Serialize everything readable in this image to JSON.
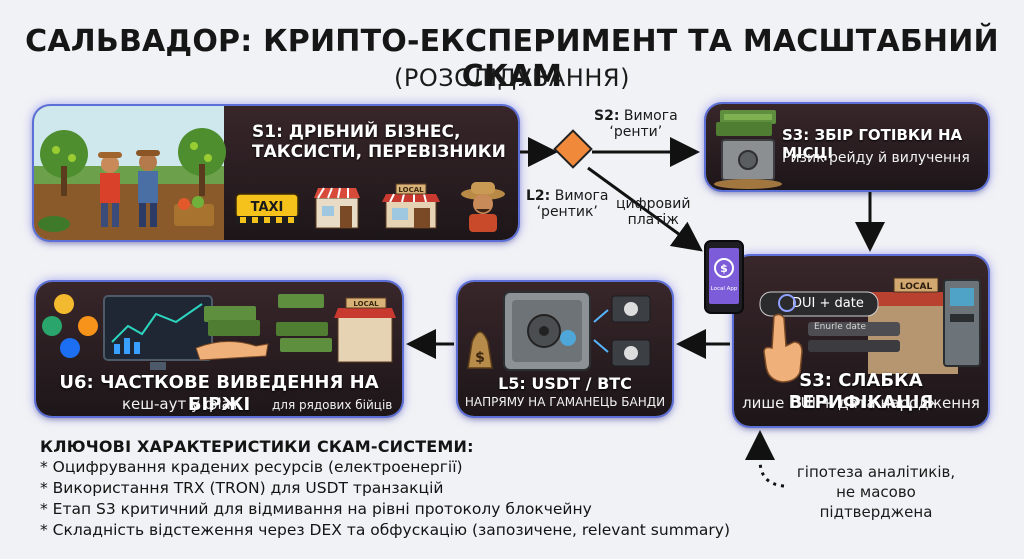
{
  "title": "САЛЬВАДОР: КРИПТО-ЕКСПЕРИМЕНТ ТА МАСШТАБНИЙ СКАМ",
  "subtitle": "(РОЗСЛІДУВАННЯ)",
  "cards": {
    "s1": {
      "title": "S1: ДРІБНИЙ БІЗНЕС, ТАКСИСТИ, ПЕРЕВІЗНИКИ",
      "taxi_sign": "TAXI",
      "local_sign": "LOCAL"
    },
    "s3_cash": {
      "title": "S3: ЗБІР ГОТІВКИ НА МІСЦІ",
      "text": "Ризик рейду й вилучення"
    },
    "s3_verify": {
      "title": "S3: СЛАБКА ВЕРИФІКАЦІЯ",
      "text": "лише DUI + дата народження",
      "bubble": "DUI + date",
      "field": "Enurle date",
      "local_sign": "LOCAL"
    },
    "l5": {
      "title": "L5: USDT / BTC",
      "text": "НАПРЯМУ НА ГАМАНЕЦЬ БАНДИ",
      "bag_symbol": "$"
    },
    "u6": {
      "title": "U6: ЧАСТКОВЕ ВИВЕДЕННЯ НА БІРЖІ",
      "text_left": "кеш-аут у фіат",
      "text_right": "для рядових бійців",
      "local_sign": "LOCAL"
    }
  },
  "edges": {
    "s2_prefix": "S2:",
    "s2_text": "Вимога",
    "s2_text2": "‘ренти’",
    "l2_prefix": "L2:",
    "l2_text": "Вимога",
    "l2_text2": "‘рентик’",
    "digital": "цифровий",
    "digital2": "платіж",
    "phone_app": "Local App"
  },
  "key_features": {
    "heading": "КЛЮЧОВІ ХАРАКТЕРИСТИКИ СКАМ-СИСТЕМИ:",
    "items": [
      "* Оцифрування крадених ресурсів (електроенергії)",
      "* Використання TRX (TRON) для USDT транзакцій",
      "* Етап S3 критичний для відмивання на рівні протоколу блокчейну",
      "* Складність відстеження через DEX та обфускацію (запозичене, relevant summary)"
    ]
  },
  "note": "гіпотеза аналітиків, не масово підтверджена",
  "colors": {
    "card_glow": "#5b6fd6",
    "diamond": "#f08a3a",
    "arrow": "#111111"
  }
}
